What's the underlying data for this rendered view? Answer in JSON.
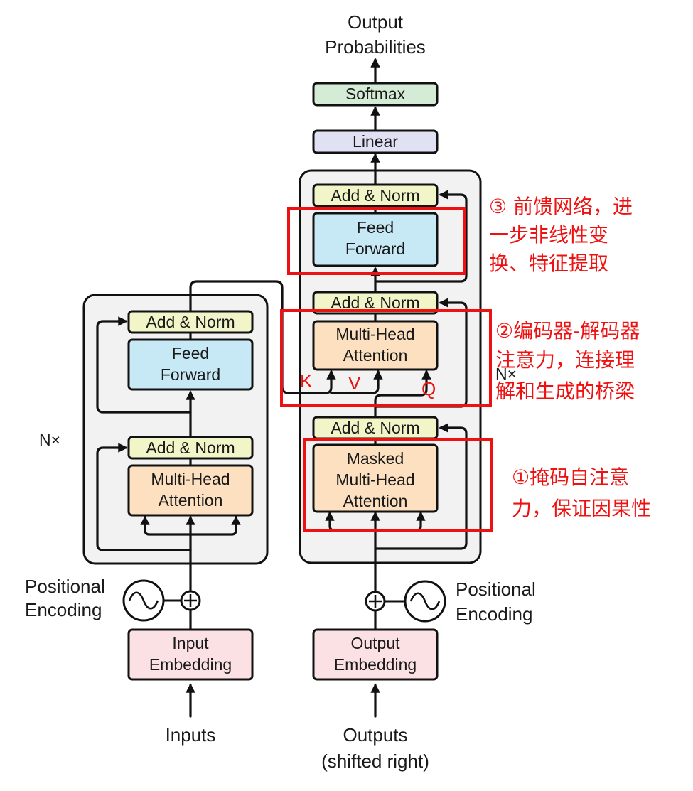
{
  "colors": {
    "add_norm": "#f1f5c8",
    "feed_forward": "#c7e8f5",
    "attention": "#fde0c0",
    "embedding": "#fbe0e4",
    "linear": "#e0e1f3",
    "softmax": "#d4ecd6",
    "stack_bg": "#f2f2f2",
    "highlight": "#ee1111"
  },
  "output": {
    "line1": "Output",
    "line2": "Probabilities"
  },
  "decoder": {
    "softmax": "Softmax",
    "linear": "Linear",
    "add_norm_top": "Add & Norm",
    "feed_forward_line1": "Feed",
    "feed_forward_line2": "Forward",
    "add_norm_mid": "Add & Norm",
    "cross_attention_line1": "Multi-Head",
    "cross_attention_line2": "Attention",
    "add_norm_low": "Add & Norm",
    "masked_line1": "Masked",
    "masked_line2": "Multi-Head",
    "masked_line3": "Attention",
    "repeat": "N×",
    "embedding_line1": "Output",
    "embedding_line2": "Embedding",
    "positional_line1": "Positional",
    "positional_line2": "Encoding",
    "input_line1": "Outputs",
    "input_line2": "(shifted right)",
    "k": "K",
    "v": "V",
    "q": "Q"
  },
  "encoder": {
    "add_norm_top": "Add & Norm",
    "feed_forward_line1": "Feed",
    "feed_forward_line2": "Forward",
    "add_norm_low": "Add & Norm",
    "attention_line1": "Multi-Head",
    "attention_line2": "Attention",
    "repeat": "N×",
    "positional_line1": "Positional",
    "positional_line2": "Encoding",
    "embedding_line1": "Input",
    "embedding_line2": "Embedding",
    "input": "Inputs"
  },
  "annotations": {
    "ffn": [
      "③ 前馈网络，进",
      "一步非线性变",
      "换、特征提取"
    ],
    "cross": [
      "②编码器-解码器",
      "注意力，连接理",
      "解和生成的桥梁"
    ],
    "masked": [
      "①掩码自注意",
      "力，保证因果性"
    ]
  }
}
